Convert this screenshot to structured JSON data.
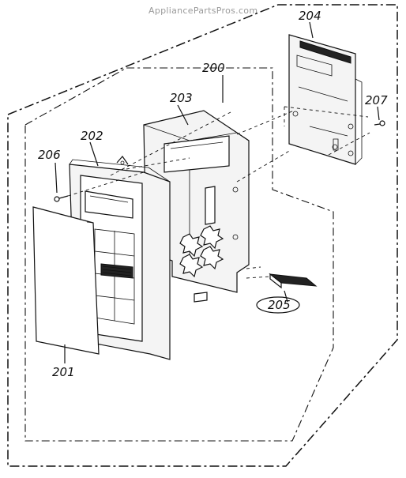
{
  "watermark": "AppliancePartsPros.com",
  "parts": {
    "p200": "200",
    "p201": "201",
    "p202": "202",
    "p203": "203",
    "p204": "204",
    "p205": "205",
    "p206": "206",
    "p207": "207"
  }
}
